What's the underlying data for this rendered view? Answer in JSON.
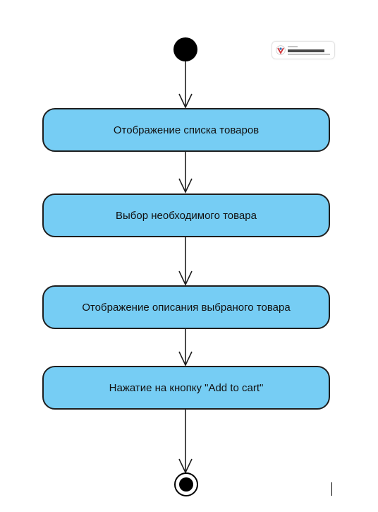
{
  "diagram": {
    "type": "uml-activity",
    "actions": [
      {
        "label": "Отображение списка товаров"
      },
      {
        "label": "Выбор необходимого товара"
      },
      {
        "label": "Отображение описания выбраного товара"
      },
      {
        "label": "Нажатие на кнопку \"Add to cart\""
      }
    ],
    "colors": {
      "action_fill": "#76cdf4",
      "stroke": "#1e1e1e",
      "node_fill": "#000000"
    }
  },
  "watermark": {
    "brand": "Visual Paradigm",
    "logo_icon": "visual-paradigm-logo"
  }
}
